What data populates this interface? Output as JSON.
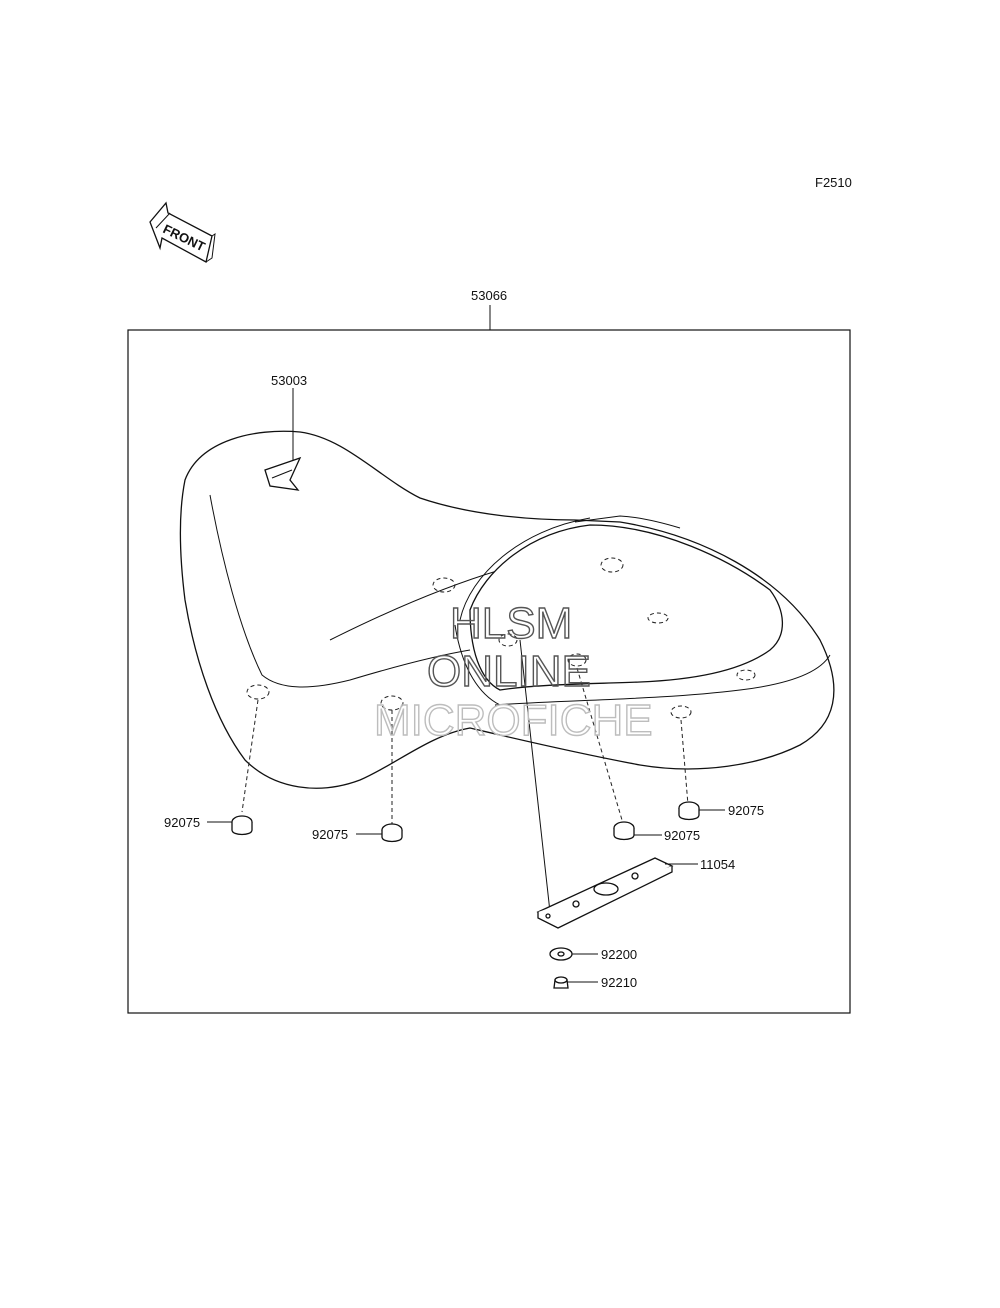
{
  "diagram": {
    "figure_code": "F2510",
    "direction_label": "FRONT",
    "assembly_label": "53066",
    "parts": {
      "seat_cover": "53003",
      "damper_left": "92075",
      "damper_center": "92075",
      "damper_right_lower": "92075",
      "damper_right_upper": "92075",
      "bracket": "11054",
      "washer": "92200",
      "nut": "92210"
    },
    "watermark": {
      "line1": "HLSM",
      "line2": "ONLINE",
      "line3": "MICROFICHE"
    }
  }
}
